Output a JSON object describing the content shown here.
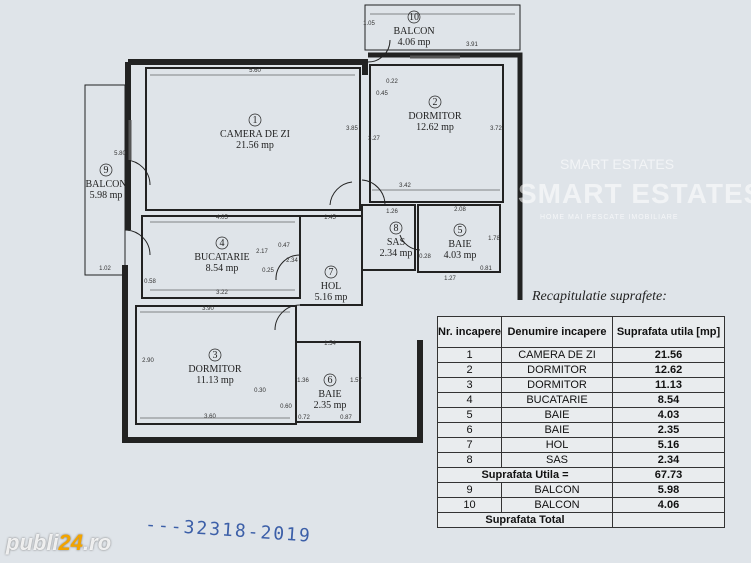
{
  "rooms": [
    {
      "nr": "1",
      "name": "CAMERA DE ZI",
      "area": "21.56 mp"
    },
    {
      "nr": "2",
      "name": "DORMITOR",
      "area": "12.62 mp"
    },
    {
      "nr": "3",
      "name": "DORMITOR",
      "area": "11.13 mp"
    },
    {
      "nr": "4",
      "name": "BUCATARIE",
      "area": "8.54 mp"
    },
    {
      "nr": "5",
      "name": "BAIE",
      "area": "4.03 mp"
    },
    {
      "nr": "6",
      "name": "BAIE",
      "area": "2.35 mp"
    },
    {
      "nr": "7",
      "name": "HOL",
      "area": "5.16 mp"
    },
    {
      "nr": "8",
      "name": "SAS",
      "area": "2.34 mp"
    },
    {
      "nr": "9",
      "name": "BALCON",
      "area": "5.98 mp"
    },
    {
      "nr": "10",
      "name": "BALCON",
      "area": "4.06 mp"
    }
  ],
  "dimensions": [
    "1.05",
    "3.91",
    "5.60",
    "0.45",
    "0.22",
    "3.85",
    "3.27",
    "3.72",
    "3.42",
    "5.80",
    "4.05",
    "1.45",
    "1.26",
    "2.08",
    "2.17",
    "2.34",
    "1.78",
    "0.47",
    "0.25",
    "0.28",
    "1.02",
    "0.58",
    "3.22",
    "0.81",
    "1.27",
    "3.90",
    "2.90",
    "1.54",
    "0.30",
    "0.60",
    "1.36",
    "1.57",
    "3.60",
    "0.72",
    "0.87"
  ],
  "table": {
    "title": "Recapitulatie suprafete:",
    "headers": [
      "Nr. incapere",
      "Denumire incapere",
      "Suprafata utila [mp]"
    ],
    "rows": [
      [
        "1",
        "CAMERA DE ZI",
        "21.56"
      ],
      [
        "2",
        "DORMITOR",
        "12.62"
      ],
      [
        "3",
        "DORMITOR",
        "11.13"
      ],
      [
        "4",
        "BUCATARIE",
        "8.54"
      ],
      [
        "5",
        "BAIE",
        "4.03"
      ],
      [
        "6",
        "BAIE",
        "2.35"
      ],
      [
        "7",
        "HOL",
        "5.16"
      ],
      [
        "8",
        "SAS",
        "2.34"
      ]
    ],
    "subtotal_label": "Suprafata Utila =",
    "subtotal_value": "67.73",
    "balcony_rows": [
      [
        "9",
        "BALCON",
        "5.98"
      ],
      [
        "10",
        "BALCON",
        "4.06"
      ]
    ],
    "total_label": "Suprafata Total"
  },
  "stamp": "---32318-2019",
  "watermark": {
    "brand": "SMART ESTATES",
    "small": "SMART ESTATES",
    "tagline": "HOME MAI PESCATE IMOBILIARE"
  },
  "site_watermark": {
    "pre": "publi",
    "accent": "24",
    "post": ".ro"
  },
  "colors": {
    "paper": "#dfe4e9",
    "ink": "#222222",
    "stamp": "#3c5fa8"
  }
}
